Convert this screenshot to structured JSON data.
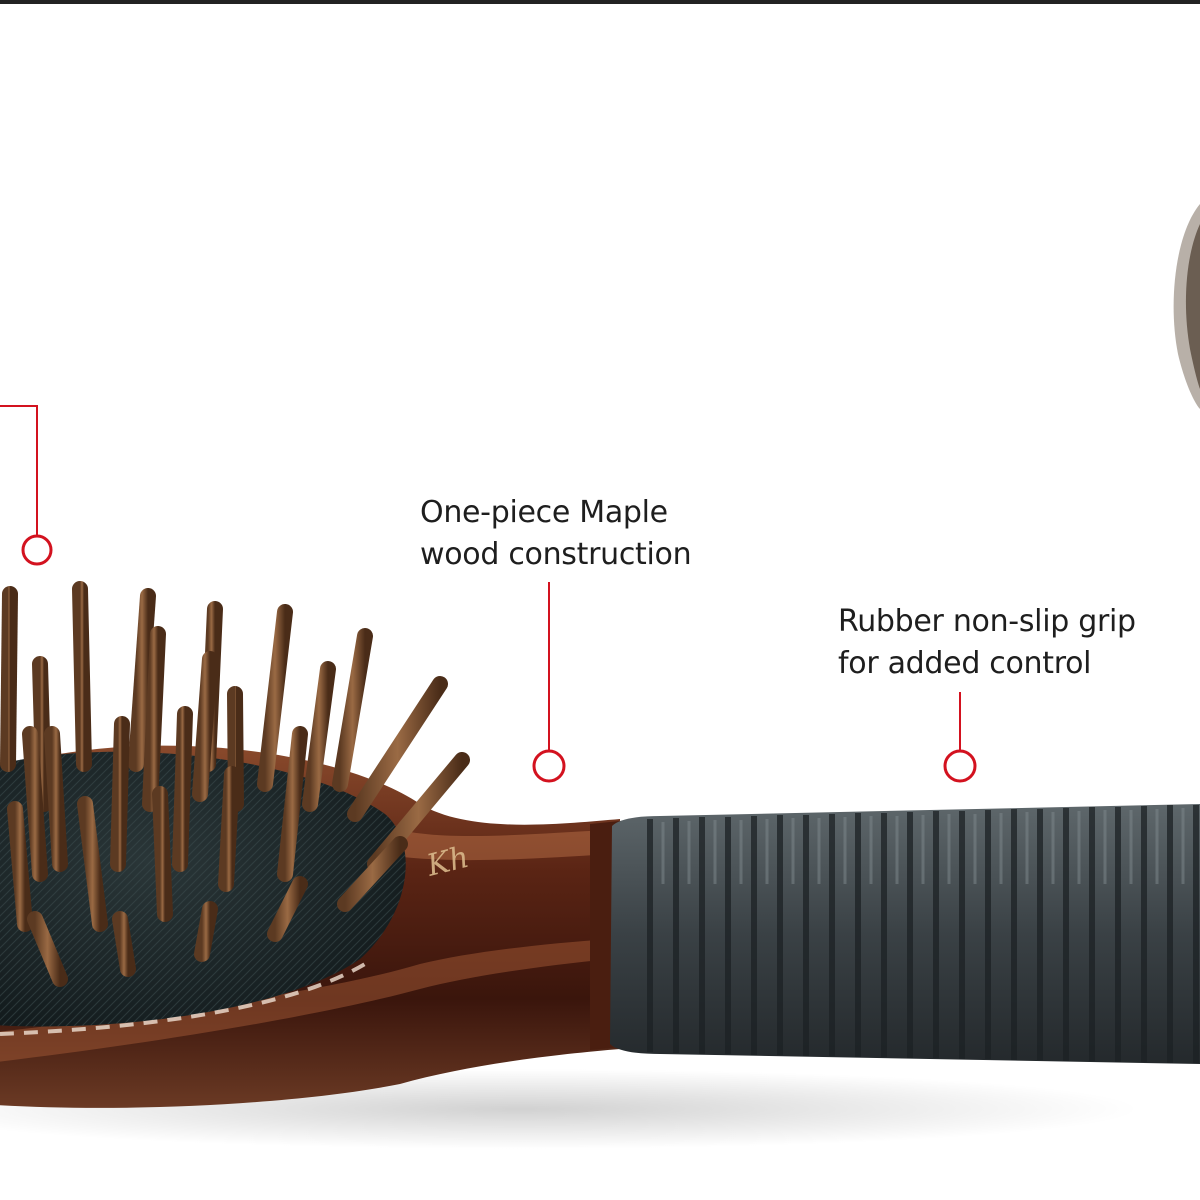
{
  "callouts": {
    "maple": {
      "line1": "One-piece Maple",
      "line2": "wood construction"
    },
    "grip": {
      "line1": "Rubber non-slip grip",
      "line2": "for added control"
    }
  },
  "colors": {
    "accent_red": "#d3121f",
    "wood_brown": "#5a2414",
    "cushion_dark": "#1f2a2c",
    "grip_gray": "#3d4448",
    "pin_brown": "#7a4a2a"
  }
}
